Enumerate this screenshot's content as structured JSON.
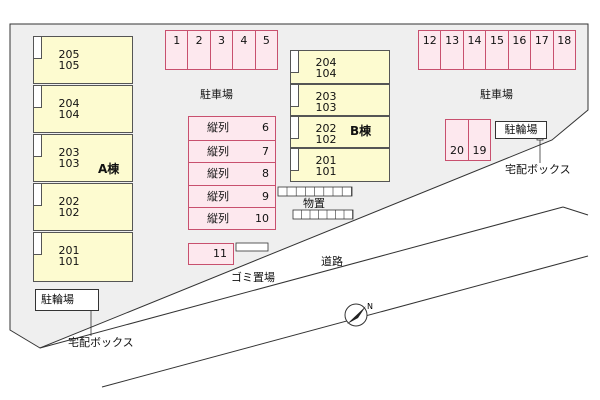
{
  "building_a": {
    "label": "A棟",
    "units": [
      {
        "top": "205",
        "bottom": "105"
      },
      {
        "top": "204",
        "bottom": "104"
      },
      {
        "top": "203",
        "bottom": "103"
      },
      {
        "top": "202",
        "bottom": "102"
      },
      {
        "top": "201",
        "bottom": "101"
      }
    ]
  },
  "building_b": {
    "label": "B棟",
    "units": [
      {
        "top": "204",
        "bottom": "104"
      },
      {
        "top": "203",
        "bottom": "103"
      },
      {
        "top": "202",
        "bottom": "102"
      },
      {
        "top": "201",
        "bottom": "101"
      }
    ]
  },
  "parking_top_left": [
    "1",
    "2",
    "3",
    "4",
    "5"
  ],
  "parking_top_right": [
    "12",
    "13",
    "14",
    "15",
    "16",
    "17",
    "18"
  ],
  "parking_right_small": [
    "20",
    "19"
  ],
  "parking_vertical": {
    "label": "縦列",
    "numbers": [
      "6",
      "7",
      "8",
      "9",
      "10"
    ]
  },
  "parking_11": "11",
  "labels": {
    "parking_lot_1": "駐車場",
    "parking_lot_2": "駐車場",
    "bike_parking_right": "駐輪場",
    "bike_parking_left": "駐輪場",
    "delivery_box_right": "宅配ボックス",
    "delivery_box_left": "宅配ボックス",
    "storage": "物置",
    "garbage": "ゴミ置場",
    "road": "道路",
    "north": "N"
  }
}
